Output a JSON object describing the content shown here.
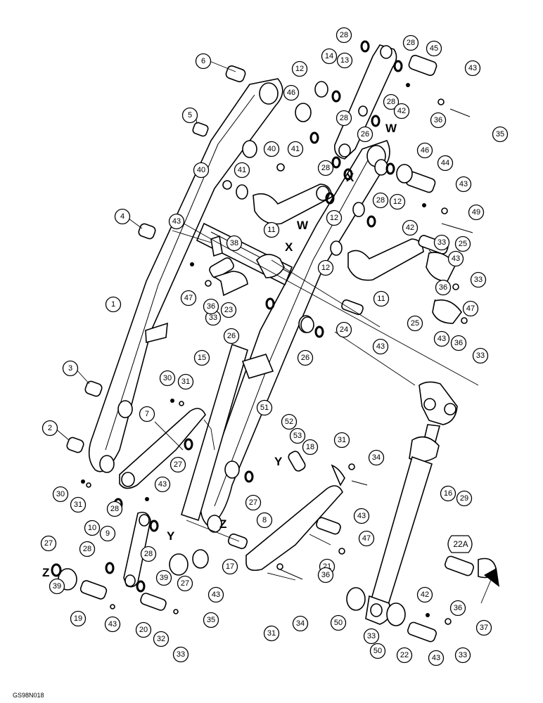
{
  "figure_code": "GS98N018",
  "callouts": [
    "1",
    "2",
    "3",
    "4",
    "5",
    "6",
    "7",
    "8",
    "9",
    "10",
    "11",
    "12",
    "13",
    "14",
    "15",
    "16",
    "17",
    "18",
    "19",
    "20",
    "21",
    "22",
    "22A",
    "23",
    "24",
    "25",
    "26",
    "27",
    "28",
    "29",
    "30",
    "31",
    "32",
    "33",
    "34",
    "35",
    "36",
    "37",
    "38",
    "39",
    "40",
    "41",
    "42",
    "43",
    "44",
    "45",
    "46",
    "47",
    "49",
    "50",
    "51",
    "52",
    "53"
  ],
  "reference_letters": [
    "W",
    "X",
    "Y",
    "Z"
  ]
}
